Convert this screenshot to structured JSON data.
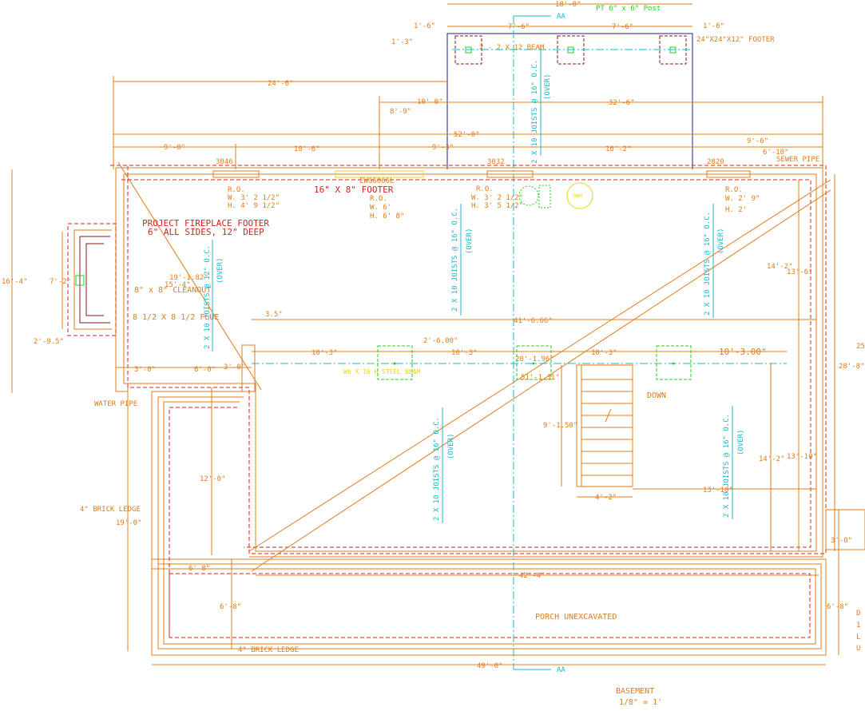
{
  "drawing": {
    "title": "BASEMENT",
    "scale_text": "1/8\" = 1'",
    "colors": {
      "dimension": "#e07b1a",
      "footing": "#d0231d",
      "joist": "#19b8c9",
      "post": "#1fd11f",
      "beam": "#e3d51d",
      "structure": "#1f1f8f",
      "wall": "#8b1414"
    }
  },
  "notes": {
    "post": "PT 6\" x 6\" Post",
    "beam_top": "2 - 2 X 12 BEAM",
    "footer_top": "24\"X24\"X12\" FOOTER",
    "section_aa_top": "AA",
    "section_aa_bottom": "AA",
    "footer_main": "16\" X 8\" FOOTER",
    "ewg": "EWG6066L",
    "sewer": "SEWER PIPE",
    "fireplace_1": "PROJECT FIREPLACE FOOTER",
    "fireplace_2": "6\" ALL SIDES, 12\" DEEP",
    "cleanout": "8\" x 8\" CLEANOUT",
    "flue": "8 1/2 X 8 1/2 FLUE",
    "steel_beam": "W6 X 16 H STEEL BEAM",
    "down": "DOWN",
    "water_pipe": "WATER PIPE",
    "brick_ledge_left": "4\" BRICK LEDGE",
    "brick_ledge_bottom": "4\" BRICK LEDGE",
    "porch": "PORCH    UNEXCAVATED",
    "dwh": "DWH"
  },
  "windows": {
    "w1": {
      "id": "3046",
      "ro": "R.O.",
      "w": "W. 3' 2 1/2\"",
      "h": "H. 4' 9 1/2\""
    },
    "w2": {
      "id": "3032",
      "ro": "R.O.",
      "w": "W. 3' 2 1/2\"",
      "h": "H. 3' 5 1/2\""
    },
    "w3": {
      "id": "2820",
      "ro": "R.O.",
      "w": "W. 2' 9\"",
      "h": "H. 2'"
    },
    "door": {
      "ro": "R.O.",
      "w": "W. 6'",
      "h": "H. 6' 8\""
    }
  },
  "joists": {
    "j1": "2 X 10 JOISTS @ 16\" O.C.",
    "j1b": "(OVER)",
    "j2": "2 X 10 JOISTS @ 16\" O.C.",
    "j2b": "(OVER)",
    "j3": "2 X 10 JOISTS @ 16\" O.C.",
    "j3b": "(OVER)",
    "j4": "2 X 10 JOISTS @ 16\" O.C.",
    "j4b": "(OVER)",
    "j5": "2 X 10 JOISTS @ 16\" O.C.",
    "j5b": "(OVER)",
    "j6": "2 X 10 JOISTS @ 12\" O.C.",
    "j6b": "(OVER)"
  },
  "dimensions": {
    "d18_0": "18'-0\"",
    "d1_6a": "1'-6\"",
    "d1_6b": "1'-6\"",
    "d7_6a": "7'-6\"",
    "d7_6b": "7'-6\"",
    "d1_3": "1'-3\"",
    "d24_6": "24'-6\"",
    "d10_0": "10'-0\"",
    "d32_6": "32'-6\"",
    "d8_9": "8'-9\"",
    "d52_0": "52'-0\"",
    "d9_0": "9'-0\"",
    "d10_6": "10'-6\"",
    "d9_3": "9'-3\"",
    "d16_2": "16'-2\"",
    "d9_6": "9'-6\"",
    "d6_10": "6'-10\"",
    "d16_4": "16'-4\"",
    "d7_2": "7'-2\"",
    "d2_9_5": "2'-9.5\"",
    "d19_1_82": "19'-1.82\"",
    "d15_4": "15'-4\"",
    "d3_5": "3.5\"",
    "d41_6_66": "41'-6.66\"",
    "d2_6_00": "2'-6.00\"",
    "d10_3a": "10'-3\"",
    "d10_3b": "10'-3\"",
    "d10_3c": "10'-3\"",
    "d10_3_00": "10'-3.00\"",
    "d20_1_96": "20'-1.96\"",
    "d51_1_31": "51'-1.31\"",
    "d14_2a": "14'-2\"",
    "d13_6": "13'-6\"",
    "d25": "25",
    "d28_8": "28'-8\"",
    "d3_0a": "3'-0\"",
    "d6_0": "6'-0\"",
    "d3_0b": "3'-0\"",
    "d9_1_50": "9'-1.50\"",
    "d4_2": "4'-2\"",
    "d13_10a": "13'-10\"",
    "d14_2b": "14'-2\"",
    "d13_10b": "13'-10\"",
    "d12_0": "12'-0\"",
    "d19_0": "19'-0\"",
    "d6_8a": "6'-8\"",
    "d6_8b": "6'-8\"",
    "d6_8c": "6'-8\"",
    "d42_4": "42'-4\"",
    "d49_0": "49'-0\"",
    "d3_0c": "3'-0\""
  },
  "edge_text": {
    "t1": "D",
    "t2": "1",
    "t3": "L",
    "t4": "U"
  }
}
